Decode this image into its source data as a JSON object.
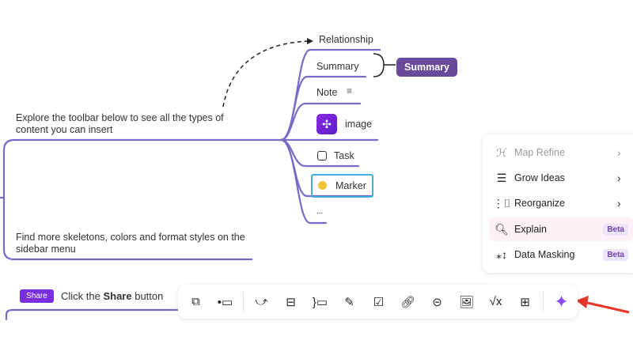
{
  "mindmap": {
    "relationship": "Relationship",
    "summary": "Summary",
    "summary_badge": "Summary",
    "note": "Note",
    "image": "image",
    "task": "Task",
    "marker": "Marker",
    "more": "...",
    "topic1": "Explore the toolbar below to see all the types of content you can insert",
    "topic2": "Find more skeletons, colors and format styles on the sidebar menu",
    "share_badge": "Share",
    "share_prefix": "Click the ",
    "share_bold": "Share",
    "share_suffix": " button"
  },
  "colors": {
    "branch": "#7b68c8",
    "accent": "#7a2ee0",
    "marker_border": "#3db2d8"
  },
  "toolbar": {
    "items": [
      "insert-sibling",
      "insert-child",
      "relationship",
      "summary-frame",
      "summary",
      "note",
      "task",
      "link",
      "hyperlink",
      "image",
      "formula",
      "insert-more",
      "ai-magic"
    ]
  },
  "ai_menu": {
    "items": [
      {
        "label": "Map Refine",
        "icon": "map-refine-icon",
        "disabled": true,
        "submenu": true
      },
      {
        "label": "Grow Ideas",
        "icon": "grow-ideas-icon",
        "submenu": true
      },
      {
        "label": "Reorganize",
        "icon": "reorganize-icon",
        "submenu": true
      },
      {
        "label": "Explain",
        "icon": "explain-icon",
        "badge": "Beta",
        "highlighted": true
      },
      {
        "label": "Data Masking",
        "icon": "data-masking-icon",
        "badge": "Beta"
      }
    ]
  }
}
